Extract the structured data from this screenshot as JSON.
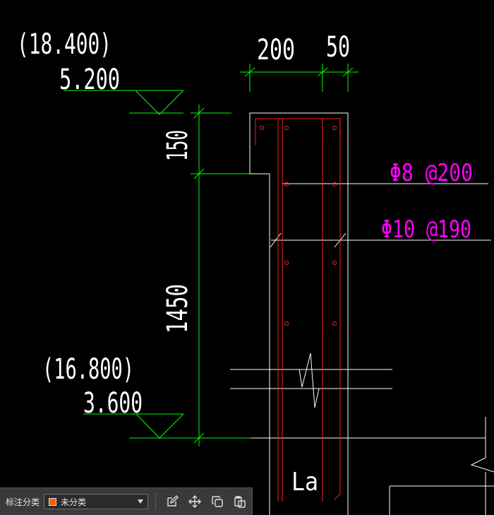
{
  "drawing": {
    "elevation_top_paren": "(18.400)",
    "elevation_top": "5.200",
    "elevation_bottom_paren": "(16.800)",
    "elevation_bottom": "3.600",
    "dim_width": "200",
    "dim_offset": "50",
    "dim_height_upper": "150",
    "dim_height_lower": "1450",
    "rebar_label_1": "Φ8 @200",
    "rebar_label_2": "Φ10 @190",
    "anchor_label": "La",
    "colors": {
      "background": "#000000",
      "dimension": "#00ff00",
      "outline": "#ffffff",
      "rebar": "#ff2020",
      "annotation": "#ff00ff"
    }
  },
  "toolbar": {
    "category_label": "标注分类",
    "category_value": "未分类",
    "category_color": "#ff5a00",
    "buttons": [
      "edit-icon",
      "move-icon",
      "copy-icon",
      "paste-icon"
    ]
  }
}
